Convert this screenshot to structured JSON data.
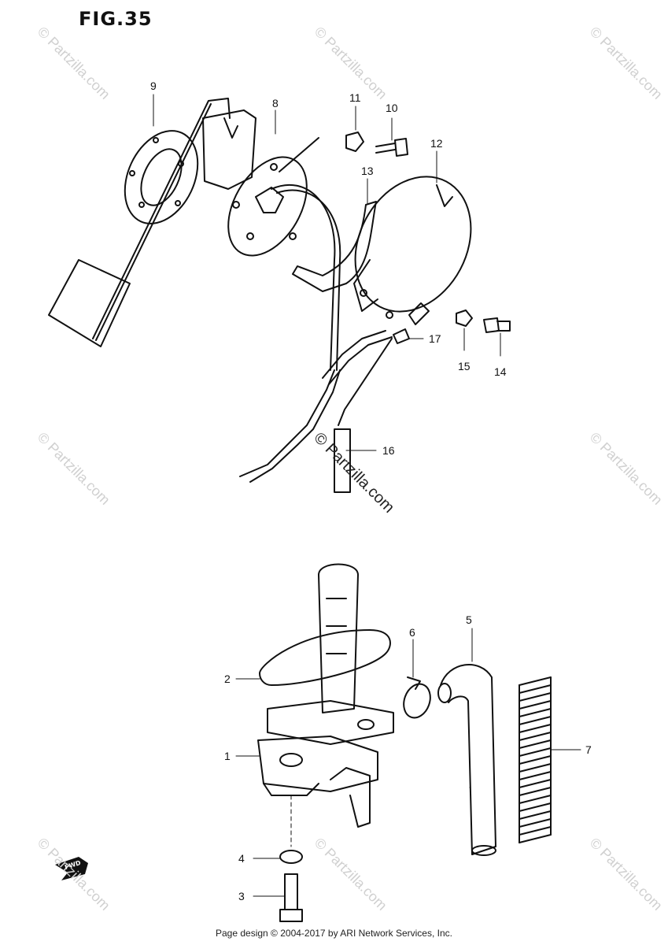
{
  "figure": {
    "title": "FIG.35"
  },
  "callouts": {
    "p1": "1",
    "p2": "2",
    "p3": "3",
    "p4": "4",
    "p5": "5",
    "p6": "6",
    "p7": "7",
    "p8": "8",
    "p9": "9",
    "p10": "10",
    "p11": "11",
    "p12": "12",
    "p13": "13",
    "p14": "14",
    "p15": "15",
    "p16": "16",
    "p17": "17"
  },
  "watermarks": {
    "text": "© Partzilla.com"
  },
  "fwd_mark": "FWD",
  "footer": {
    "text": "Page design © 2004-2017 by ARI Network Services, Inc."
  }
}
